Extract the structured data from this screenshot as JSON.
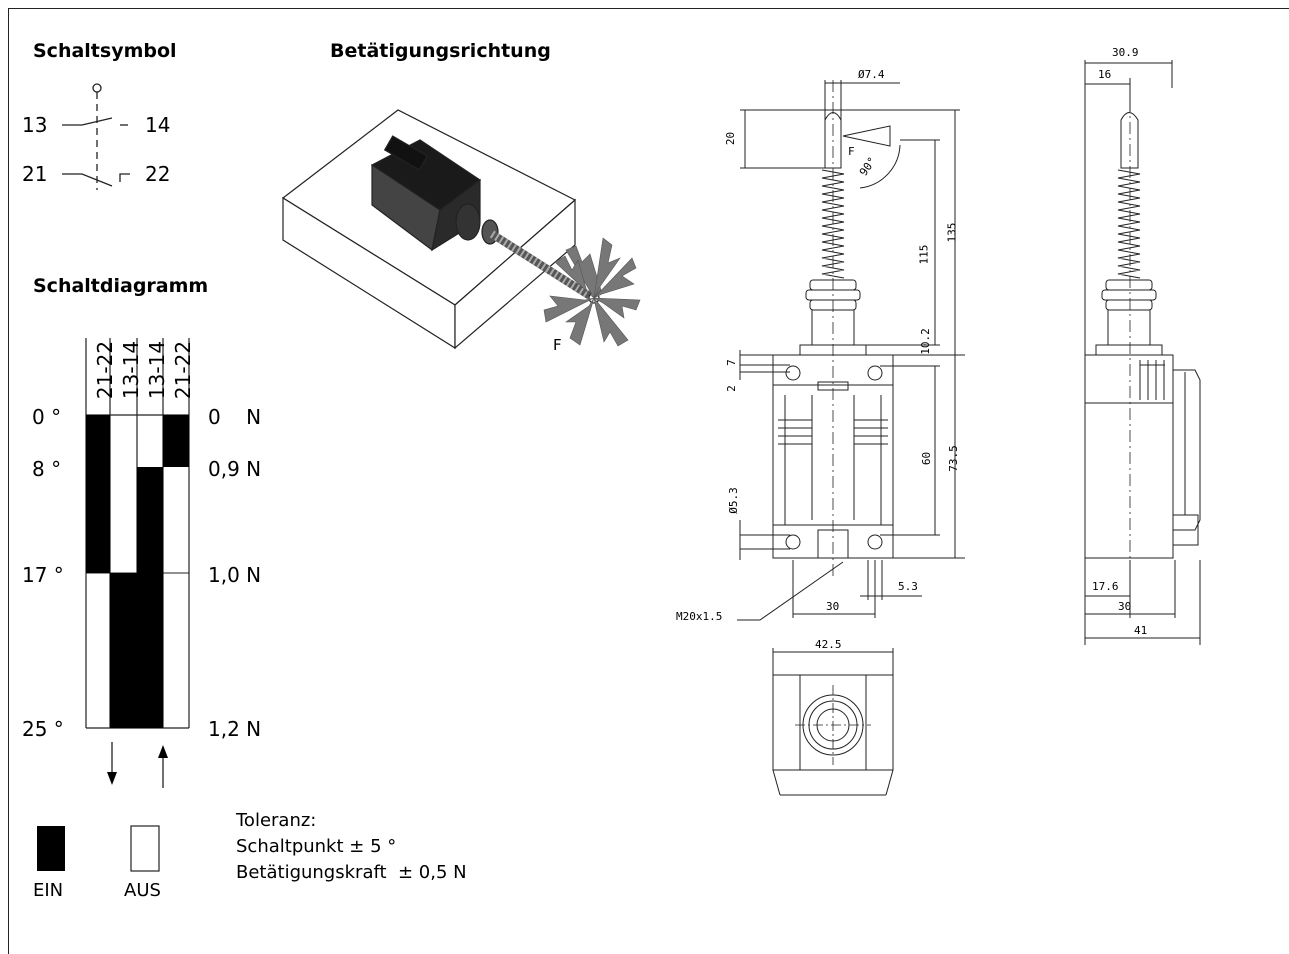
{
  "headings": {
    "symbol": "Schaltsymbol",
    "direction": "Betätigungsrichtung",
    "diagram": "Schaltdiagramm"
  },
  "symbol": {
    "t13": "13",
    "t14": "14",
    "t21": "21",
    "t22": "22"
  },
  "diagram": {
    "columns": [
      "21-22",
      "13-14",
      "13-14",
      "21-22"
    ],
    "angles": [
      "0 °",
      "8 °",
      "17 °",
      "25 °"
    ],
    "forces": [
      "0    N",
      "0,9 N",
      "1,0 N",
      "1,2 N"
    ]
  },
  "legend": {
    "on": "EIN",
    "off": "AUS"
  },
  "tolerance": {
    "title": "Toleranz:",
    "point": "Schaltpunkt ± 5 °",
    "force": "Betätigungskraft  ± 0,5 N"
  },
  "force_label": "F",
  "drawing": {
    "d_rod": "Ø7.4",
    "d20": "20",
    "d135": "135",
    "d115": "115",
    "d10_2": "10.2",
    "d7": "7",
    "d2": "2",
    "d60": "60",
    "d73_5": "73.5",
    "d5_3dia": "Ø5.3",
    "d5_3": "5.3",
    "d30": "30",
    "thread": "M20x1.5",
    "angle": "90°",
    "force": "F",
    "d42_5": "42.5",
    "d30_9": "30.9",
    "d16": "16",
    "d17_6": "17.6",
    "d30b": "30",
    "d41": "41"
  },
  "colors": {
    "on": "#000000",
    "off": "#ffffff",
    "line": "#222222",
    "arrow_gray": "#777777"
  }
}
